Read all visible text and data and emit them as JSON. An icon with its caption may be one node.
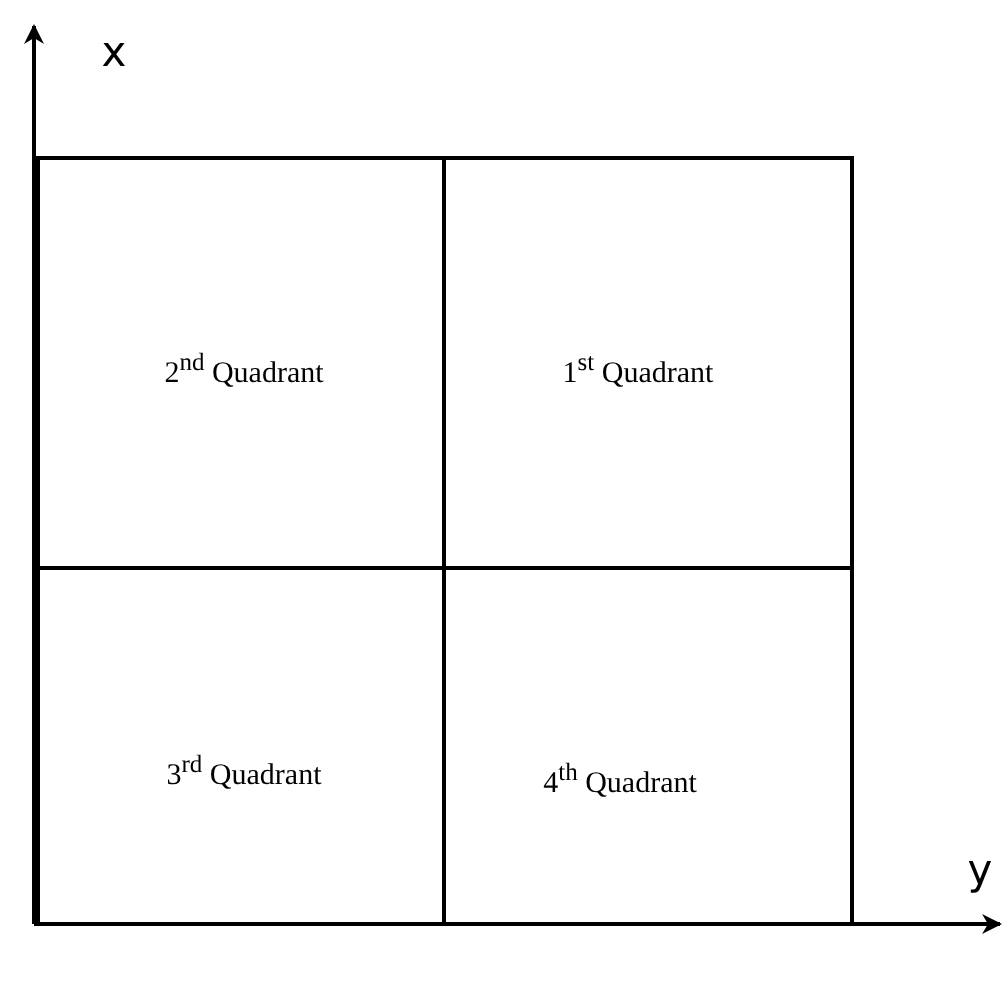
{
  "diagram": {
    "nodes": [
      {
        "text": [
          "2$^{nd}$ Quadrant"
        ]
      },
      {
        "text": [
          "1$^{st}$ Quadrant"
        ]
      },
      {
        "text": [
          "3$^{rd}$ Quadrant"
        ]
      },
      {
        "text": [
          "4$^{th}$ Quadrant"
        ]
      }
    ],
    "labels": [
      "x",
      "y"
    ]
  }
}
